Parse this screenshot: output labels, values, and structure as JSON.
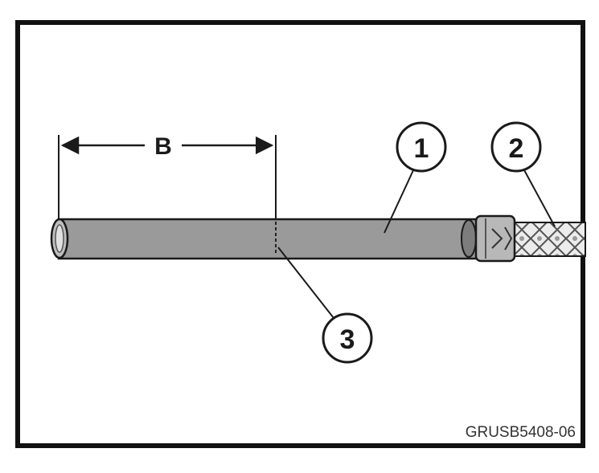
{
  "diagram": {
    "dimension_label": "B",
    "callouts": {
      "tube": "1",
      "hose": "2",
      "mark": "3"
    },
    "reference_code": "GRUSB5408-06",
    "colors": {
      "frame": "#111111",
      "tube_fill": "#9a9a9a",
      "line": "#1a1a1a",
      "hose_fill": "#e8e8e8"
    }
  }
}
